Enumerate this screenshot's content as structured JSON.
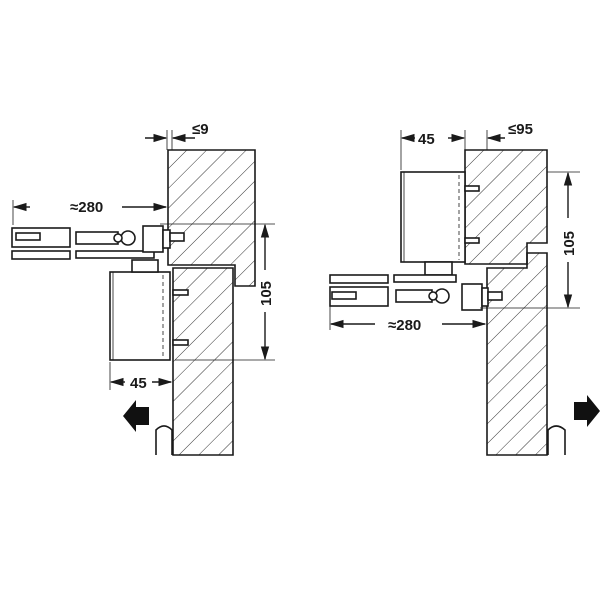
{
  "left_view": {
    "dim_arm_length": "≈280",
    "dim_reveal": "≤9",
    "dim_height": "105",
    "dim_depth": "45",
    "direction": "opening-left"
  },
  "right_view": {
    "dim_arm_length": "≈280",
    "dim_reveal": "≤95",
    "dim_height": "105",
    "dim_depth": "45",
    "direction": "opening-right"
  },
  "colors": {
    "line": "#1a1a1a",
    "hatch": "#333333",
    "background": "#ffffff"
  }
}
